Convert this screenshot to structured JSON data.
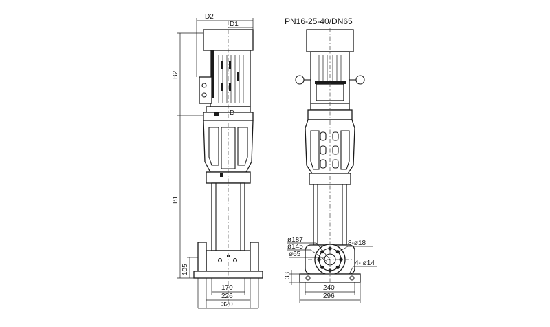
{
  "title": "PN16-25-40/DN65",
  "dimensions": {
    "d2": "D2",
    "d1": "D1",
    "d": "D",
    "b2": "B2",
    "b1": "B1",
    "h105": "105",
    "w170": "170",
    "w226": "226",
    "w320": "320",
    "h33": "33",
    "w240": "240",
    "w296": "296"
  },
  "flange_labels": {
    "phi187": "ø187",
    "phi145": "ø145",
    "phi65": "ø65",
    "bolts_8": "8-ø18",
    "holes_4": "4- ø14"
  }
}
